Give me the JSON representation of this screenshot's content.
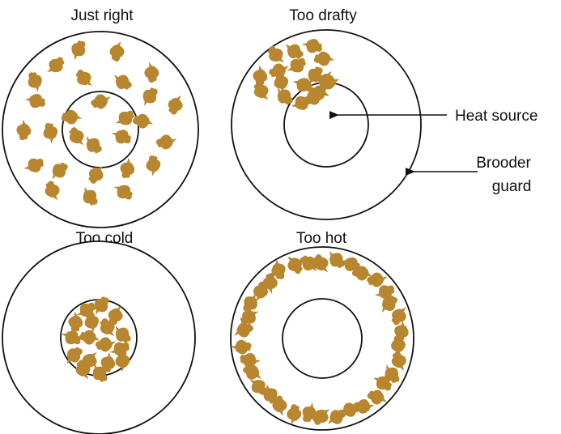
{
  "colors": {
    "chick": "#b8862e",
    "stroke": "#111111",
    "background": "#ffffff"
  },
  "icons": {
    "chick": "chick-icon",
    "arrow": "arrow-left-icon"
  },
  "panels": [
    {
      "title": "Just right",
      "arrangement": "spread-evenly"
    },
    {
      "title": "Too drafty",
      "arrangement": "huddled-away-from-draft"
    },
    {
      "title": "Too cold",
      "arrangement": "crowded-under-heat"
    },
    {
      "title": "Too hot",
      "arrangement": "along-guard-edge"
    }
  ],
  "labels": {
    "heat_source": "Heat source",
    "brooder_guard_line1": "Brooder",
    "brooder_guard_line2": "guard"
  }
}
